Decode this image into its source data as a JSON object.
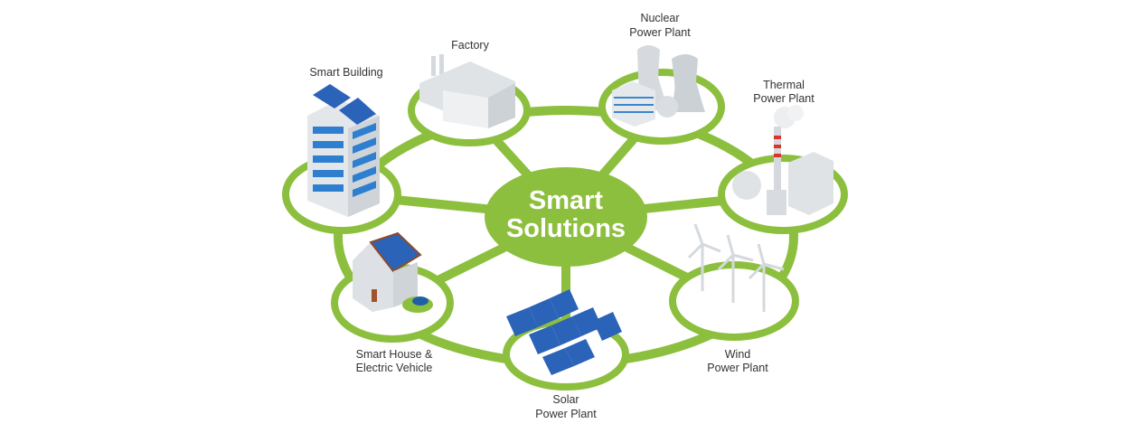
{
  "colors": {
    "accent": "#8dbf3e",
    "panel": "#2f6fc4",
    "building": "#dde1e5"
  },
  "hub": {
    "line1": "Smart",
    "line2": "Solutions"
  },
  "nodes": {
    "smart_building": {
      "line1": "Smart Building"
    },
    "factory": {
      "line1": "Factory"
    },
    "nuclear": {
      "line1": "Nuclear",
      "line2": "Power Plant"
    },
    "thermal": {
      "line1": "Thermal",
      "line2": "Power Plant"
    },
    "wind": {
      "line1": "Wind",
      "line2": "Power Plant"
    },
    "solar": {
      "line1": "Solar",
      "line2": "Power Plant"
    },
    "smart_house": {
      "line1": "Smart House &",
      "line2": "Electric Vehicle"
    }
  }
}
